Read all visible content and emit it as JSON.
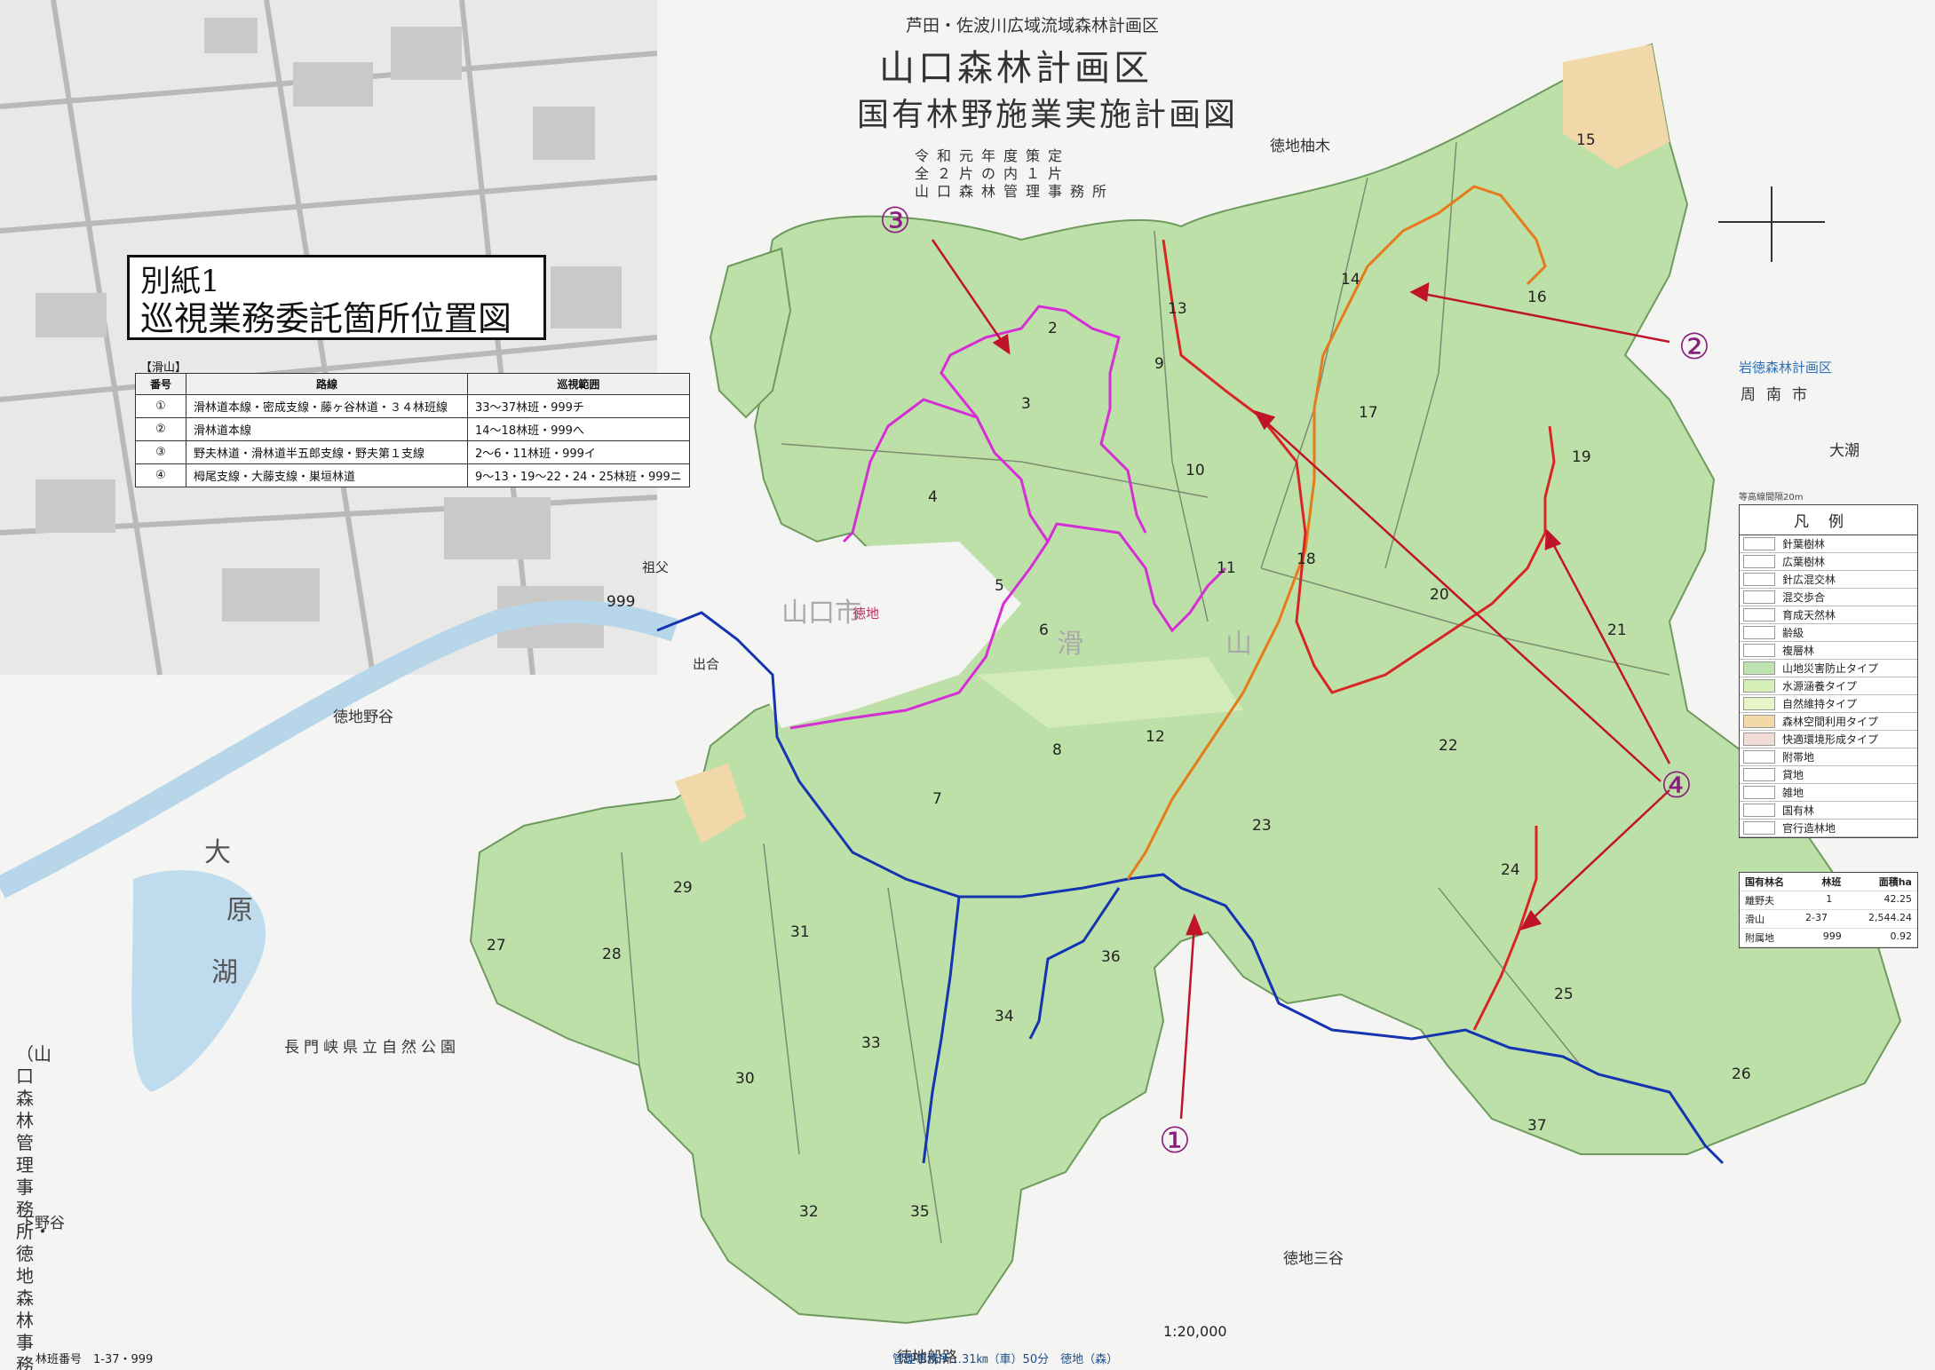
{
  "title": {
    "subtitle": "芦田・佐波川広域流域森林計画区",
    "main": "山口森林計画区",
    "main2": "国有林野施業実施計画図",
    "plan_lines": [
      "令和元年度策定",
      "全２片の内１片",
      "山口森林管理事務所"
    ]
  },
  "attachment_title": {
    "line1": "別紙1",
    "line2": "巡視業務委託箇所位置図"
  },
  "routes_table": {
    "heading": "【滑山】",
    "headers": [
      "番号",
      "路線",
      "巡視範囲"
    ],
    "rows": [
      [
        "①",
        "滑林道本線・密成支線・藤ヶ谷林道・３４林班線",
        "33〜37林班・999チ"
      ],
      [
        "②",
        "滑林道本線",
        "14〜18林班・999へ"
      ],
      [
        "③",
        "野夫林道・滑林道半五郎支線・野夫第１支線",
        "2〜6・11林班・999イ"
      ],
      [
        "④",
        "栂尾支線・大藤支線・巣垣林道",
        "9〜13・19〜22・24・25林班・999ニ"
      ]
    ]
  },
  "legend": {
    "scale_note": "等高線間隔20m",
    "title": "凡例",
    "items": [
      {
        "label": "針葉樹林",
        "color": "#ffffff"
      },
      {
        "label": "広葉樹林",
        "color": "#ffffff"
      },
      {
        "label": "針広混交林",
        "color": "#ffffff"
      },
      {
        "label": "混交歩合",
        "color": "#ffffff"
      },
      {
        "label": "育成天然林",
        "color": "#ffffff"
      },
      {
        "label": "齢級",
        "color": "#ffffff"
      },
      {
        "label": "複層林",
        "color": "#ffffff"
      },
      {
        "label": "山地災害防止タイプ",
        "color": "#bfe3b0"
      },
      {
        "label": "水源涵養タイプ",
        "color": "#d6efb8"
      },
      {
        "label": "自然維持タイプ",
        "color": "#e8f3c6"
      },
      {
        "label": "森林空間利用タイプ",
        "color": "#f3d9a8"
      },
      {
        "label": "快適環境形成タイプ",
        "color": "#f1dcd8"
      },
      {
        "label": "附帯地",
        "color": "#ffffff"
      },
      {
        "label": "貸地",
        "color": "#ffffff"
      },
      {
        "label": "雑地",
        "color": "#ffffff"
      },
      {
        "label": "国有林",
        "color": "#ffffff"
      },
      {
        "label": "官行造林地",
        "color": "#ffffff"
      }
    ]
  },
  "area_table": {
    "headers": [
      "国有林名",
      "林班",
      "面積ha"
    ],
    "rows": [
      [
        "離野夫",
        "1",
        "42.25"
      ],
      [
        "滑山",
        "2-37",
        "2,544.24"
      ],
      [
        "附属地",
        "999",
        "0.92"
      ]
    ]
  },
  "callouts": [
    "①",
    "②",
    "③",
    "④"
  ],
  "compartments": [
    "2",
    "3",
    "4",
    "5",
    "6",
    "7",
    "8",
    "9",
    "10",
    "11",
    "12",
    "13",
    "14",
    "15",
    "16",
    "17",
    "18",
    "19",
    "20",
    "21",
    "22",
    "23",
    "24",
    "25",
    "26",
    "27",
    "28",
    "29",
    "30",
    "31",
    "32",
    "33",
    "34",
    "35",
    "36",
    "37",
    "999"
  ],
  "places": {
    "city": "山口市",
    "area1": "滑",
    "area2": "山",
    "tokuji": "徳地",
    "yunoki": "徳地柚木",
    "noyadani": "徳地野谷",
    "mitani": "徳地三谷",
    "funaji": "徳地船路",
    "shunan": "周南市",
    "iwatoku": "岩徳森林計画区",
    "nagato_park": "長門峡県立自然公園",
    "lake_char1": "大",
    "lake_char2": "原",
    "lake_char3": "湖",
    "shimonoya": "下野谷",
    "oshio": "大潮",
    "deai": "出合",
    "sobu": "祖父"
  },
  "side_note": "（山口森林管理事務所・徳地森林事務所）",
  "scale": "1:20,000",
  "footer": {
    "left": "林班番号　1-37・999",
    "right": "管理事務所…31㎞（車）50分　徳地（森）"
  }
}
